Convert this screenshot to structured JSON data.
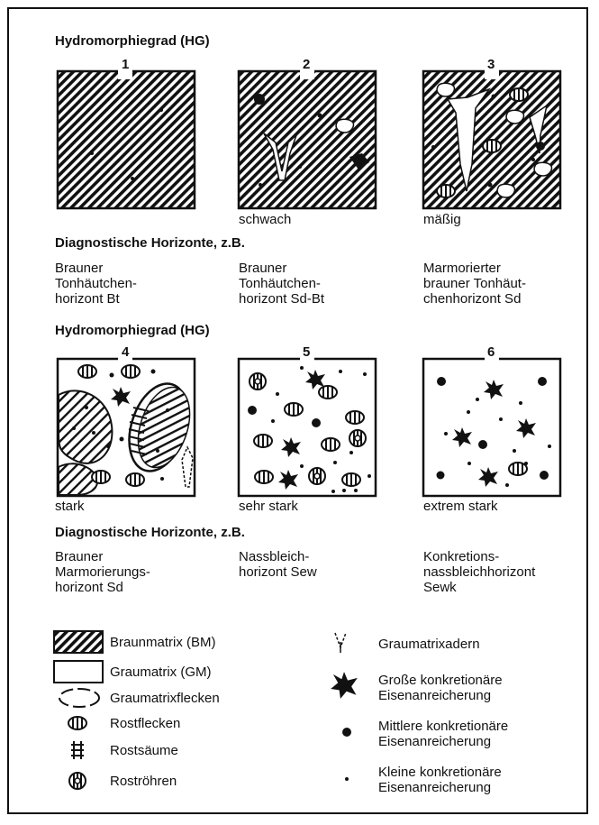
{
  "headings": {
    "hg1": "Hydromorphiegrad (HG)",
    "dh1": "Diagnostische Horizonte, z.B.",
    "hg2": "Hydromorphiegrad (HG)",
    "dh2": "Diagnostische Horizonte, z.B."
  },
  "panels": [
    {
      "num": "1",
      "caption": ""
    },
    {
      "num": "2",
      "caption": "schwach"
    },
    {
      "num": "3",
      "caption": "mäßig"
    },
    {
      "num": "4",
      "caption": "stark"
    },
    {
      "num": "5",
      "caption": "sehr stark"
    },
    {
      "num": "6",
      "caption": "extrem stark"
    }
  ],
  "horizons_row1": [
    "Brauner\nTonhäutchen-\nhorizont Bt",
    "Brauner\nTonhäutchen-\nhorizont Sd-Bt",
    "Marmorierter\nbrauner Tonhäut-\nchenhorizont Sd"
  ],
  "horizons_row2": [
    "Brauner\nMarmorierungs-\nhorizont Sd",
    "Nassbleich-\nhorizont Sew",
    "Konkretions-\nnassbleichhorizont\nSewk"
  ],
  "legend_left": [
    {
      "icon": "braunmatrix-icon",
      "label": "Braunmatrix (BM)"
    },
    {
      "icon": "graumatrix-icon",
      "label": "Graumatrix (GM)"
    },
    {
      "icon": "graumatrixflecken-icon",
      "label": "Graumatrixflecken"
    },
    {
      "icon": "rostflecken-icon",
      "label": "Rostflecken"
    },
    {
      "icon": "rostsaeume-icon",
      "label": "Rostsäume"
    },
    {
      "icon": "rostroehren-icon",
      "label": "Roströhren"
    }
  ],
  "legend_right": [
    {
      "icon": "graumatrixadern-icon",
      "label": "Graumatrixadern"
    },
    {
      "icon": "grosse-konkretion-icon",
      "label": "Große konkretionäre\nEisenanreicherung"
    },
    {
      "icon": "mittlere-konkretion-icon",
      "label": "Mittlere konkretionäre\nEisenanreicherung"
    },
    {
      "icon": "kleine-konkretion-icon",
      "label": "Kleine konkretionäre\nEisenanreicherung"
    }
  ]
}
